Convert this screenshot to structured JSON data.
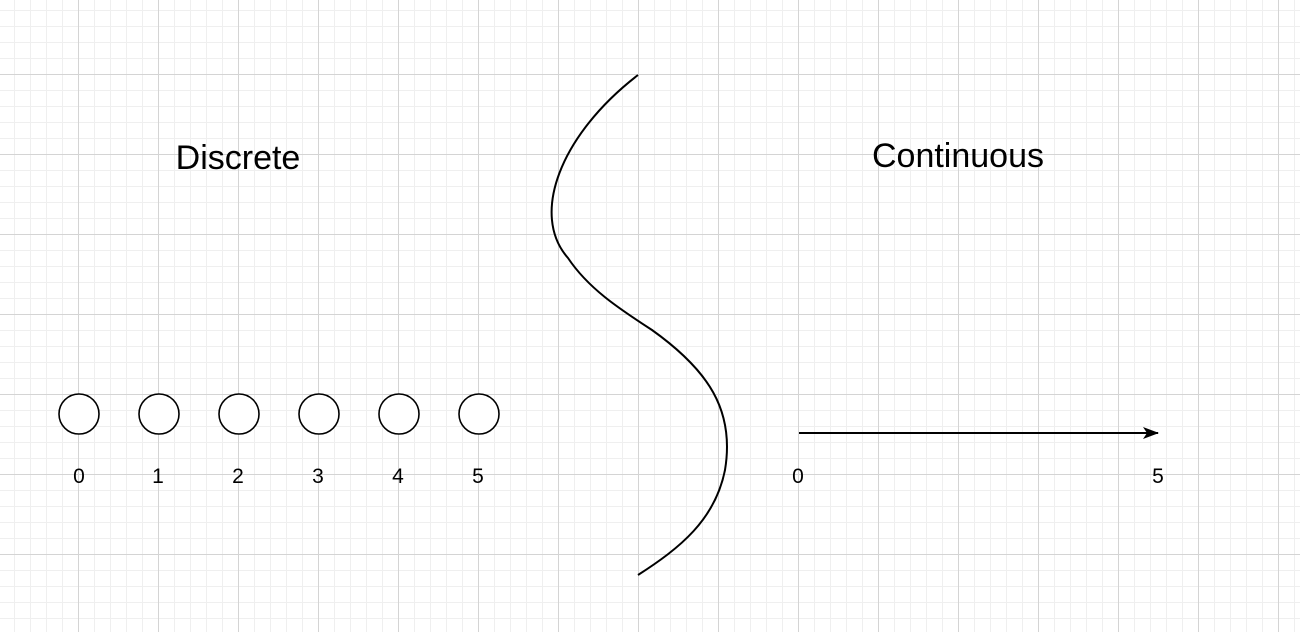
{
  "discrete": {
    "title": "Discrete",
    "points": [
      "0",
      "1",
      "2",
      "3",
      "4",
      "5"
    ]
  },
  "continuous": {
    "title": "Continuous",
    "start_label": "0",
    "end_label": "5"
  },
  "colors": {
    "stroke": "#000000",
    "background": "#ffffff",
    "grid_major": "#d4d4d4",
    "grid_minor": "#efefef"
  }
}
